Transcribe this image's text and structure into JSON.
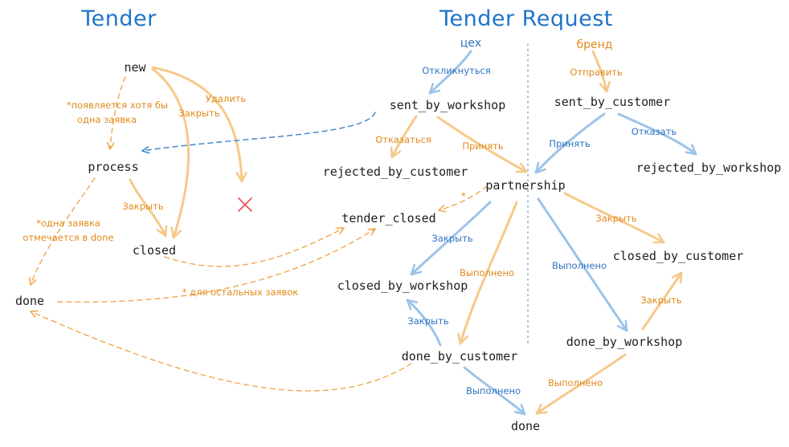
{
  "titles": {
    "tender": "Tender",
    "tender_request": "Tender Request"
  },
  "tender": {
    "nodes": {
      "new": "new",
      "process": "process",
      "closed": "closed",
      "done": "done"
    },
    "labels": {
      "any_request_1": "*появляется хотя бы",
      "any_request_2": "одна заявка",
      "close_1": "Закрыть",
      "delete": "Удалить",
      "close_2": "Закрыть",
      "one_done_1": "*одна заявка",
      "one_done_2": "отмечается в done",
      "for_others": "* для остальных заявок"
    }
  },
  "tender_request": {
    "sections": {
      "workshop": "цех",
      "brand": "бренд"
    },
    "nodes": {
      "sent_by_workshop": "sent_by_workshop",
      "sent_by_customer": "sent_by_customer",
      "rejected_by_customer": "rejected_by_customer",
      "rejected_by_workshop": "rejected_by_workshop",
      "partnership": "partnership",
      "tender_closed": "tender_closed",
      "closed_by_workshop": "closed_by_workshop",
      "closed_by_customer": "closed_by_customer",
      "done_by_customer": "done_by_customer",
      "done_by_workshop": "done_by_workshop",
      "done": "done"
    },
    "labels": {
      "respond": "Откликнуться",
      "send": "Отправить",
      "decline": "Отказаться",
      "accept_orange": "Принять",
      "accept_blue": "Принять",
      "refuse": "Отказать",
      "star": "*",
      "close_from_partnership_orange": "Закрыть",
      "close_from_partnership_blue": "Закрыть",
      "completed_orange_1": "Выполнено",
      "completed_blue_1": "Выполнено",
      "close_from_done_blue": "Закрыть",
      "close_from_done_orange": "Закрыть",
      "completed_blue_2": "Выполнено",
      "completed_orange_2": "Выполнено"
    }
  },
  "colors": {
    "title": "#1f74c9",
    "orange": "#e08a1a",
    "blue": "#2f74c0",
    "cross": "#e84c4c"
  }
}
